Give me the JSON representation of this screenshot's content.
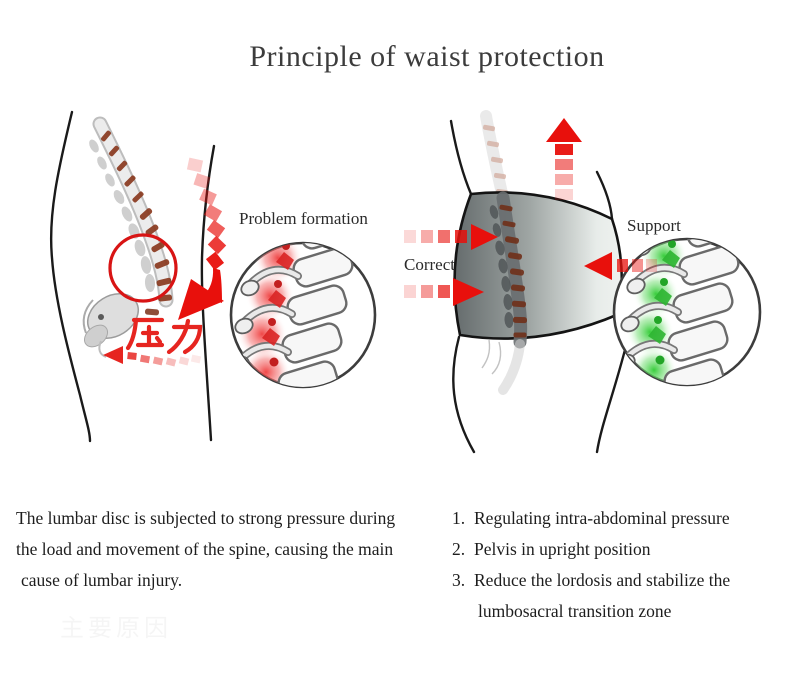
{
  "title": "Principle of waist protection",
  "left_panel": {
    "pressure_label_zh": "压力",
    "inset_label": "Problem formation"
  },
  "right_panel": {
    "correct_label": "Correct",
    "support_label": "Support"
  },
  "bottom_left": {
    "lines": [
      "The lumbar disc is subjected to strong pressure during",
      "the load and movement of the spine, causing the main",
      "cause of lumbar injury."
    ]
  },
  "bottom_right": {
    "items": [
      {
        "num": "1.",
        "text": "Regulating intra-abdominal pressure"
      },
      {
        "num": "2.",
        "text": "Pelvis in upright position"
      },
      {
        "num": "3.",
        "text": "Reduce the lordosis and stabilize the",
        "text2": "lumbosacral transition zone"
      }
    ]
  },
  "watermark": "主要原因",
  "colors": {
    "accent_red": "#e8100c",
    "pressure_text_red": "#e62520",
    "highlight_green": "#35c93a",
    "disc_brown": "#8a3a1f",
    "band_dark": "#62696a",
    "band_light": "#eef1ef",
    "outline_black": "#1a1a1a",
    "circle_border": "#3d3d3d",
    "text_dark": "#1d1d1d"
  }
}
